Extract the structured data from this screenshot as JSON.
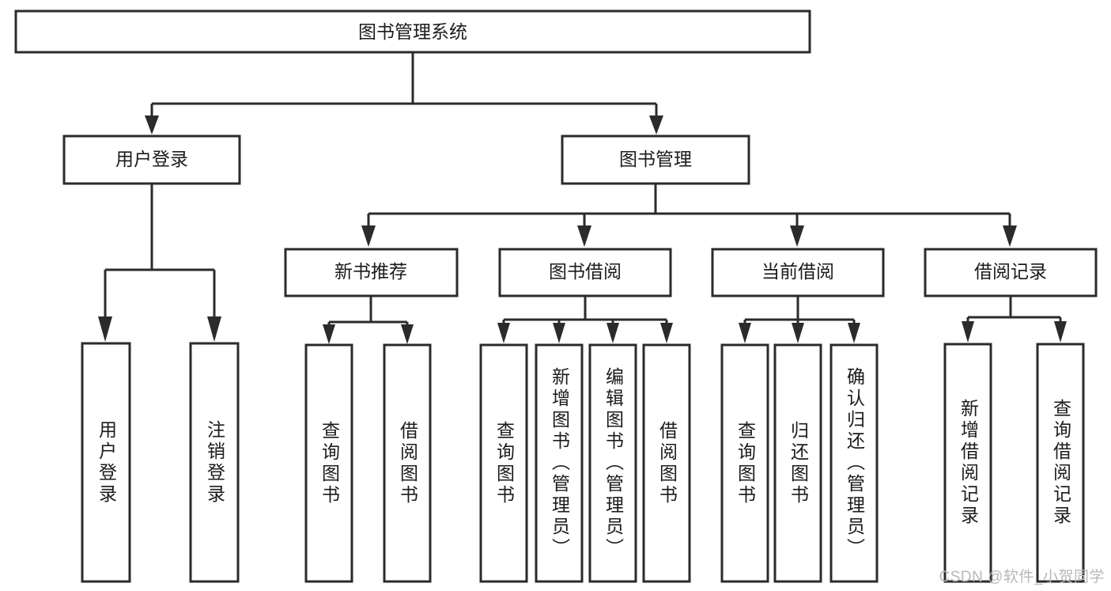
{
  "diagram": {
    "title": "图书管理系统",
    "type": "tree",
    "watermark": "CSDN @软件_小贺同学",
    "colors": {
      "stroke": "#2b2b2b",
      "fill": "#ffffff",
      "text": "#1b1b1b",
      "watermark": "#b8b8b8",
      "background": "#ffffff"
    },
    "levels": {
      "root": {
        "label": "图书管理系统"
      },
      "level2": [
        {
          "label": "用户登录"
        },
        {
          "label": "图书管理"
        }
      ],
      "level3": [
        {
          "label": "新书推荐"
        },
        {
          "label": "图书借阅"
        },
        {
          "label": "当前借阅"
        },
        {
          "label": "借阅记录"
        }
      ]
    },
    "leaves": {
      "user_login": [
        {
          "label": "用户登录"
        },
        {
          "label": "注销登录"
        }
      ],
      "new_book_recommend": [
        {
          "label": "查询图书"
        },
        {
          "label": "借阅图书"
        }
      ],
      "book_borrow": [
        {
          "label": "查询图书"
        },
        {
          "label": "新增图书（管理员）"
        },
        {
          "label": "编辑图书（管理员）"
        },
        {
          "label": "借阅图书"
        }
      ],
      "current_borrow": [
        {
          "label": "查询图书"
        },
        {
          "label": "归还图书"
        },
        {
          "label": "确认归还（管理员）"
        }
      ],
      "borrow_record": [
        {
          "label": "新增借阅记录"
        },
        {
          "label": "查询借阅记录"
        }
      ]
    }
  }
}
